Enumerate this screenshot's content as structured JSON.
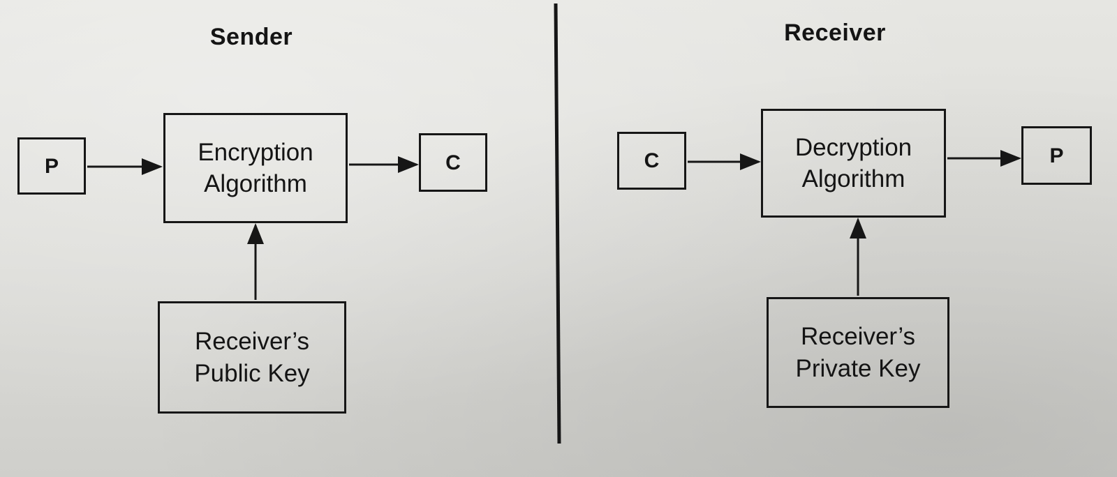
{
  "sender": {
    "title": "Sender",
    "plaintext": "P",
    "algorithm": "Encryption\nAlgorithm",
    "ciphertext": "C",
    "key": "Receiver’s\nPublic Key"
  },
  "receiver": {
    "title": "Receiver",
    "ciphertext": "C",
    "algorithm": "Decryption\nAlgorithm",
    "plaintext": "P",
    "key": "Receiver’s\nPrivate Key"
  }
}
